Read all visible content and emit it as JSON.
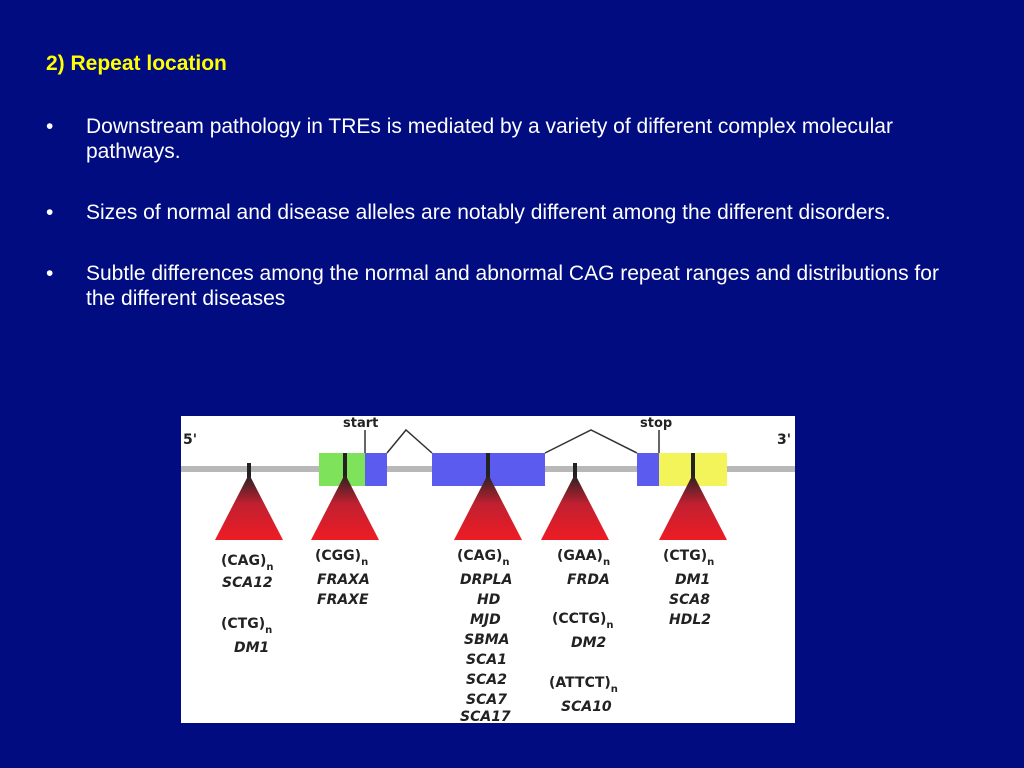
{
  "slide": {
    "title": "2) Repeat location",
    "bullets": [
      "Downstream pathology in TREs is mediated by a variety of different complex molecular pathways.",
      "Sizes of normal and disease alleles are notably different among the different disorders.",
      "Subtle differences among the normal and abnormal CAG repeat ranges and distributions for the different diseases"
    ],
    "bullet_symbol": "•"
  },
  "diagram": {
    "label_5prime": "5'",
    "label_3prime": "3'",
    "label_start": "start",
    "label_stop": "stop",
    "subscript": "n",
    "colors": {
      "utr5": "#7ee35a",
      "coding": "#5b5bf0",
      "utr3": "#f3f35a",
      "triangle": "#ee1c24",
      "backbone": "#b8b8b8"
    },
    "repeats": [
      {
        "motif": "(CAG)",
        "diseases": [
          "SCA12"
        ]
      },
      {
        "motif": "(CTG)",
        "diseases": [
          "DM1"
        ]
      },
      {
        "motif": "(CGG)",
        "diseases": [
          "FRAXA",
          "FRAXE"
        ]
      },
      {
        "motif": "(CAG)",
        "diseases": [
          "DRPLA",
          "HD",
          "MJD",
          "SBMA",
          "SCA1",
          "SCA2",
          "SCA7",
          "SCA17"
        ]
      },
      {
        "motif": "(GAA)",
        "diseases": [
          "FRDA"
        ]
      },
      {
        "motif": "(CCTG)",
        "diseases": [
          "DM2"
        ]
      },
      {
        "motif": "(ATTCT)",
        "diseases": [
          "SCA10"
        ]
      },
      {
        "motif": "(CTG)",
        "diseases": [
          "DM1",
          "SCA8",
          "HDL2"
        ]
      }
    ]
  }
}
